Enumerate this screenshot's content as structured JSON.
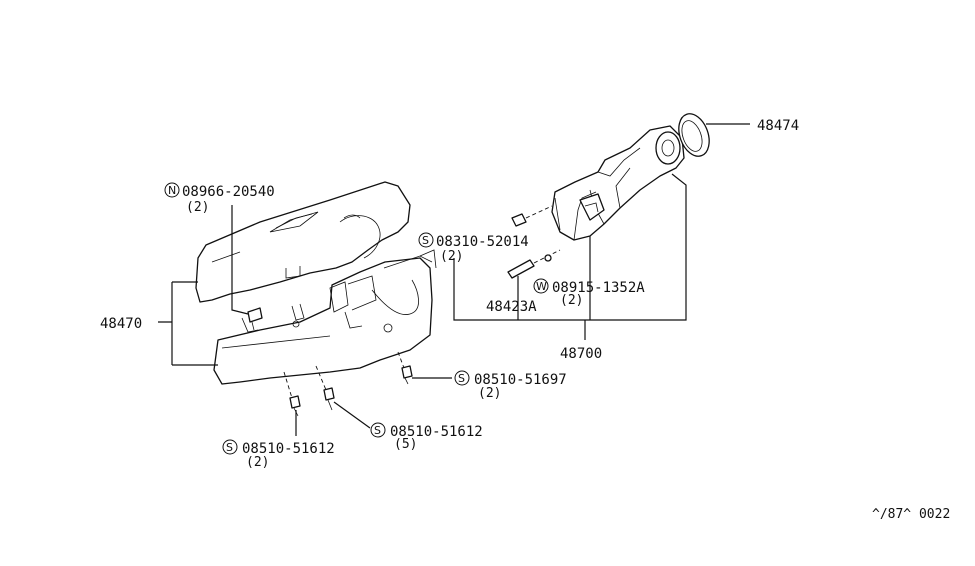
{
  "labels": {
    "p48474": {
      "text": "48474"
    },
    "p08966": {
      "prefix": "N",
      "text": "08966-20540",
      "qty": "(2)"
    },
    "p08310": {
      "prefix": "S",
      "text": "08310-52014",
      "qty": "(2)"
    },
    "p08915": {
      "prefix": "W",
      "text": "08915-1352A",
      "qty": "(2)"
    },
    "p48423A": {
      "text": "48423A"
    },
    "p48470": {
      "text": "48470"
    },
    "p48700": {
      "text": "48700"
    },
    "p08510_51697": {
      "prefix": "S",
      "text": "08510-51697",
      "qty": "(2)"
    },
    "p08510_51612_a": {
      "prefix": "S",
      "text": "08510-51612",
      "qty": "(5)"
    },
    "p08510_51612_b": {
      "prefix": "S",
      "text": "08510-51612",
      "qty": "(2)"
    }
  },
  "footer": {
    "code": "^/87^ 0022"
  }
}
